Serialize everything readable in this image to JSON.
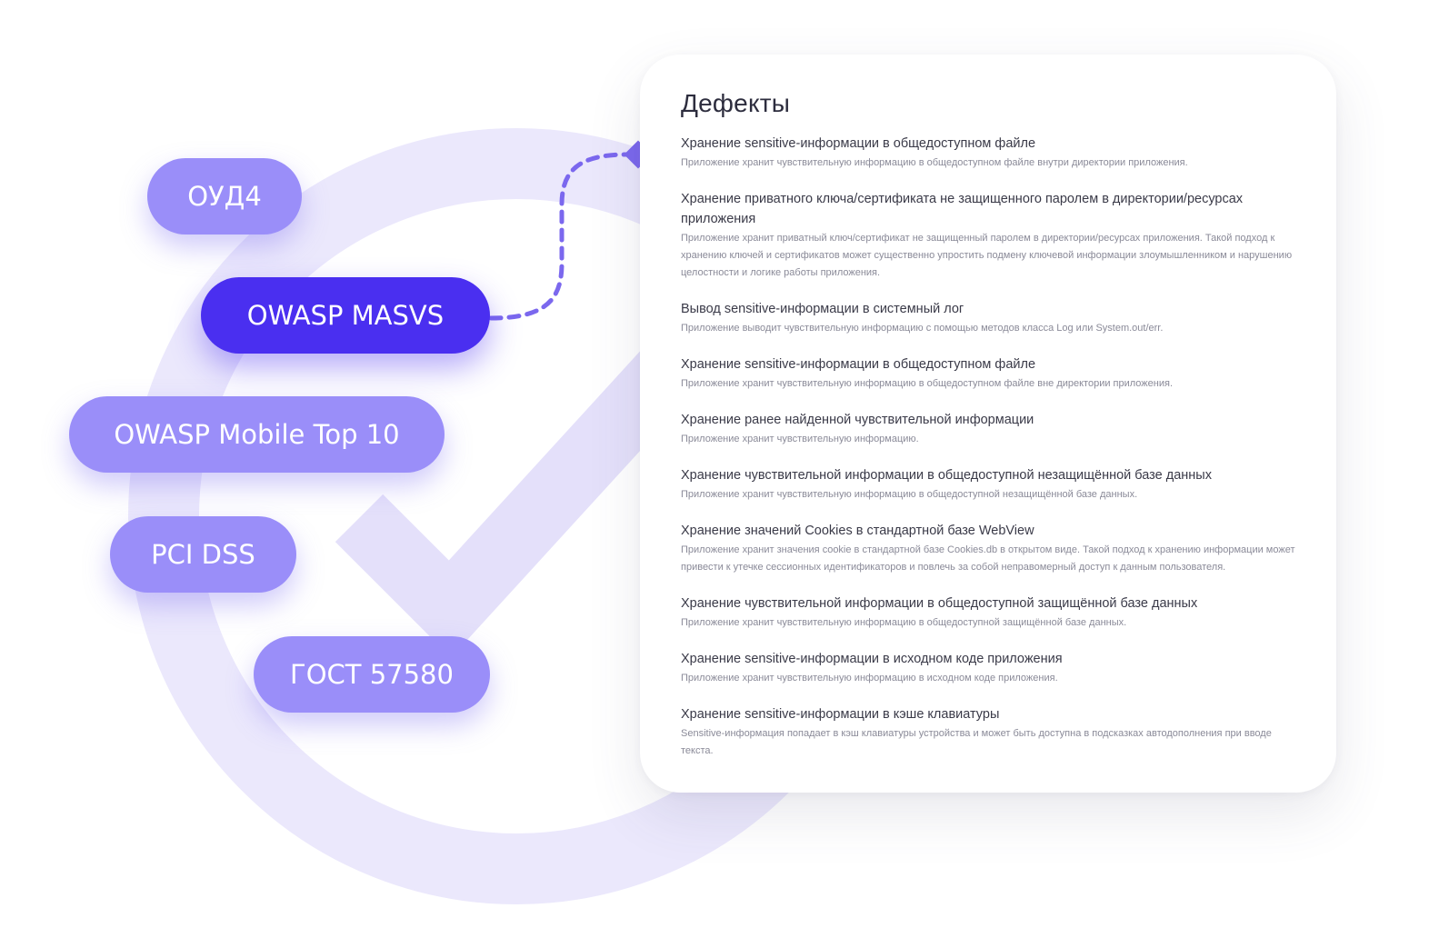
{
  "standards": [
    {
      "label": "ОУД4",
      "active": false
    },
    {
      "label": "OWASP MASVS",
      "active": true
    },
    {
      "label": "OWASP Mobile Top 10",
      "active": false
    },
    {
      "label": "PCI DSS",
      "active": false
    },
    {
      "label": "ГОСТ 57580",
      "active": false
    }
  ],
  "panel": {
    "title": "Дефекты",
    "defects": [
      {
        "title": "Хранение sensitive-информации в общедоступном файле",
        "description": "Приложение хранит чувствительную информацию в общедоступном файле внутри директории приложения."
      },
      {
        "title": "Хранение приватного ключа/сертификата не защищенного паролем в директории/ресурсах приложения",
        "description": "Приложение хранит приватный ключ/сертификат не защищенный паролем в директории/ресурсах приложения. Такой подход к хранению ключей и сертификатов может существенно упростить подмену ключевой информации злоумышленником и нарушению целостности и логике работы приложения."
      },
      {
        "title": "Вывод sensitive-информации в системный лог",
        "description": "Приложение выводит чувствительную информацию с помощью методов класса Log или System.out/err."
      },
      {
        "title": "Хранение sensitive-информации в общедоступном файле",
        "description": "Приложение хранит чувствительную информацию в общедоступном файле вне директории приложения."
      },
      {
        "title": "Хранение ранее найденной чувствительной информации",
        "description": "Приложение хранит чувствительную информацию."
      },
      {
        "title": "Хранение чувствительной информации в общедоступной незащищённой базе данных",
        "description": "Приложение хранит чувствительную информацию в общедоступной незащищённой базе данных."
      },
      {
        "title": "Хранение значений Cookies в стандартной базе WebView",
        "description": "Приложение хранит значения cookie в стандартной базе Cookies.db в открытом виде. Такой подход к хранению информации может привести к утечке сессионных идентификаторов и повлечь за собой неправомерный доступ к данным пользователя."
      },
      {
        "title": "Хранение чувствительной информации в общедоступной защищённой базе данных",
        "description": "Приложение хранит чувствительную информацию в общедоступной защищённой базе данных."
      },
      {
        "title": "Хранение sensitive-информации в исходном коде приложения",
        "description": "Приложение хранит чувствительную информацию в исходном коде приложения."
      },
      {
        "title": "Хранение sensitive-информации в кэше клавиатуры",
        "description": "Sensitive-информация попадает в кэш клавиатуры устройства и может быть доступна в подсказках автодополнения при вводе текста."
      }
    ]
  },
  "colors": {
    "pill": "#9a8ef9",
    "pill_active": "#4a2ff0",
    "connector": "#7b68ee",
    "ring": "#e9e6fb"
  },
  "icons": {
    "background": "checkmark-ring-icon",
    "connector_end": "diamond-icon"
  }
}
